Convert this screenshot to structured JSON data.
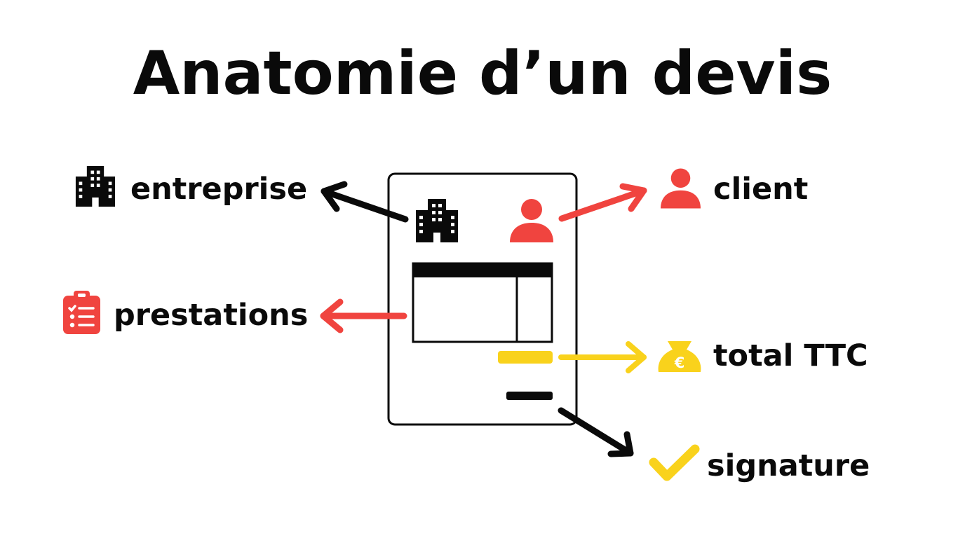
{
  "title": "Anatomie d’un devis",
  "labels": {
    "entreprise": "entreprise",
    "client": "client",
    "prestations": "prestations",
    "total": "total TTC",
    "signature": "signature"
  },
  "icons": {
    "entreprise": "building-icon",
    "client": "person-icon",
    "prestations": "clipboard-list-icon",
    "total": "euro-money-bag-icon",
    "signature": "checkmark-icon"
  },
  "colors": {
    "black": "#0a0a0a",
    "red": "#f0443f",
    "yellow": "#f9d21c",
    "white": "#ffffff"
  },
  "currency_symbol": "€"
}
